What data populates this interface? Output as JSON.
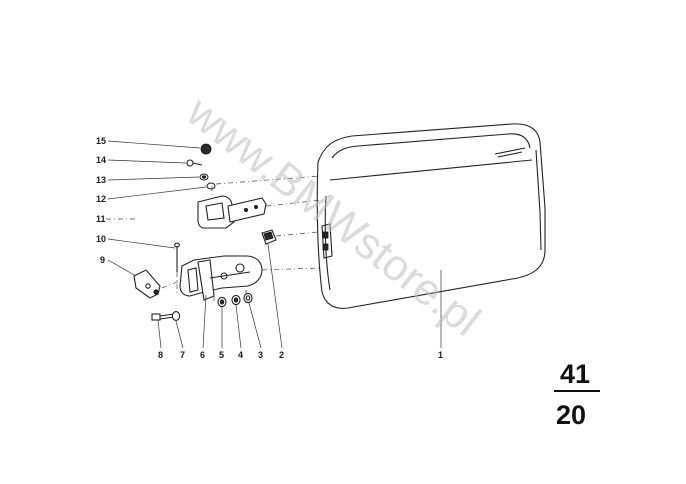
{
  "watermark": {
    "text": "www.BMWstore.pl"
  },
  "page_label": {
    "top": "41",
    "bottom": "20"
  },
  "callouts": [
    "15",
    "14",
    "13",
    "12",
    "11",
    "10",
    "9",
    "8",
    "7",
    "6",
    "5",
    "4",
    "3",
    "2",
    "1"
  ],
  "colors": {
    "ink": "#1a1a1a",
    "watermark": "#bfbfbf",
    "background": "#ffffff"
  }
}
